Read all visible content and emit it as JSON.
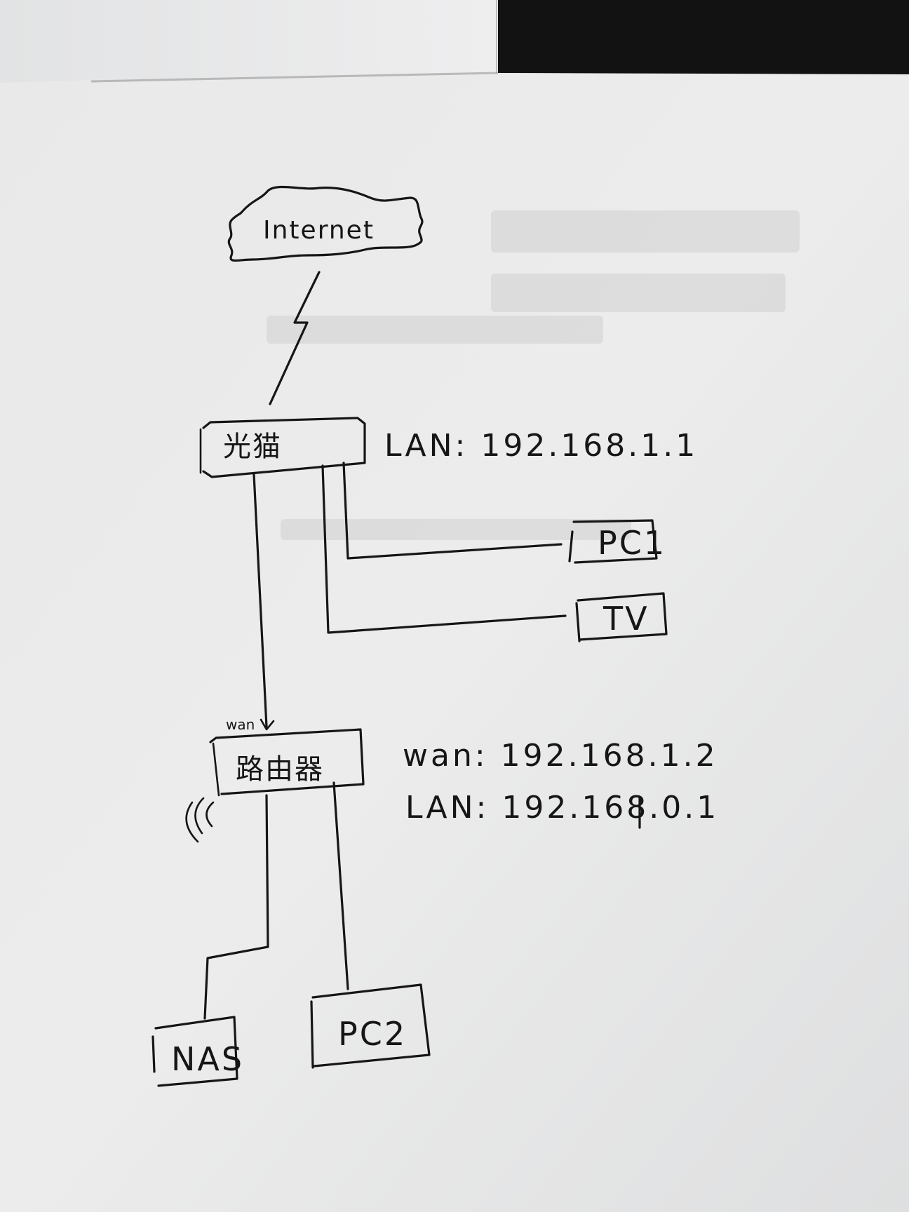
{
  "diagram": {
    "internet": {
      "label": "Internet"
    },
    "modem": {
      "label": "光猫",
      "lan_ip": "LAN: 192.168.1.1"
    },
    "pc1": {
      "label": "PC1"
    },
    "tv": {
      "label": "TV"
    },
    "router": {
      "label": "路由器",
      "wan_port": "wan",
      "wan_ip": "wan: 192.168.1.2",
      "lan_ip": "LAN: 192.168.0.1"
    },
    "nas": {
      "label": "NAS"
    },
    "pc2": {
      "label": "PC2"
    }
  },
  "colors": {
    "paper": "#ebebeb",
    "ink": "#161616",
    "top_sheet": "#e7e7e8",
    "dark_corner": "#111111"
  }
}
